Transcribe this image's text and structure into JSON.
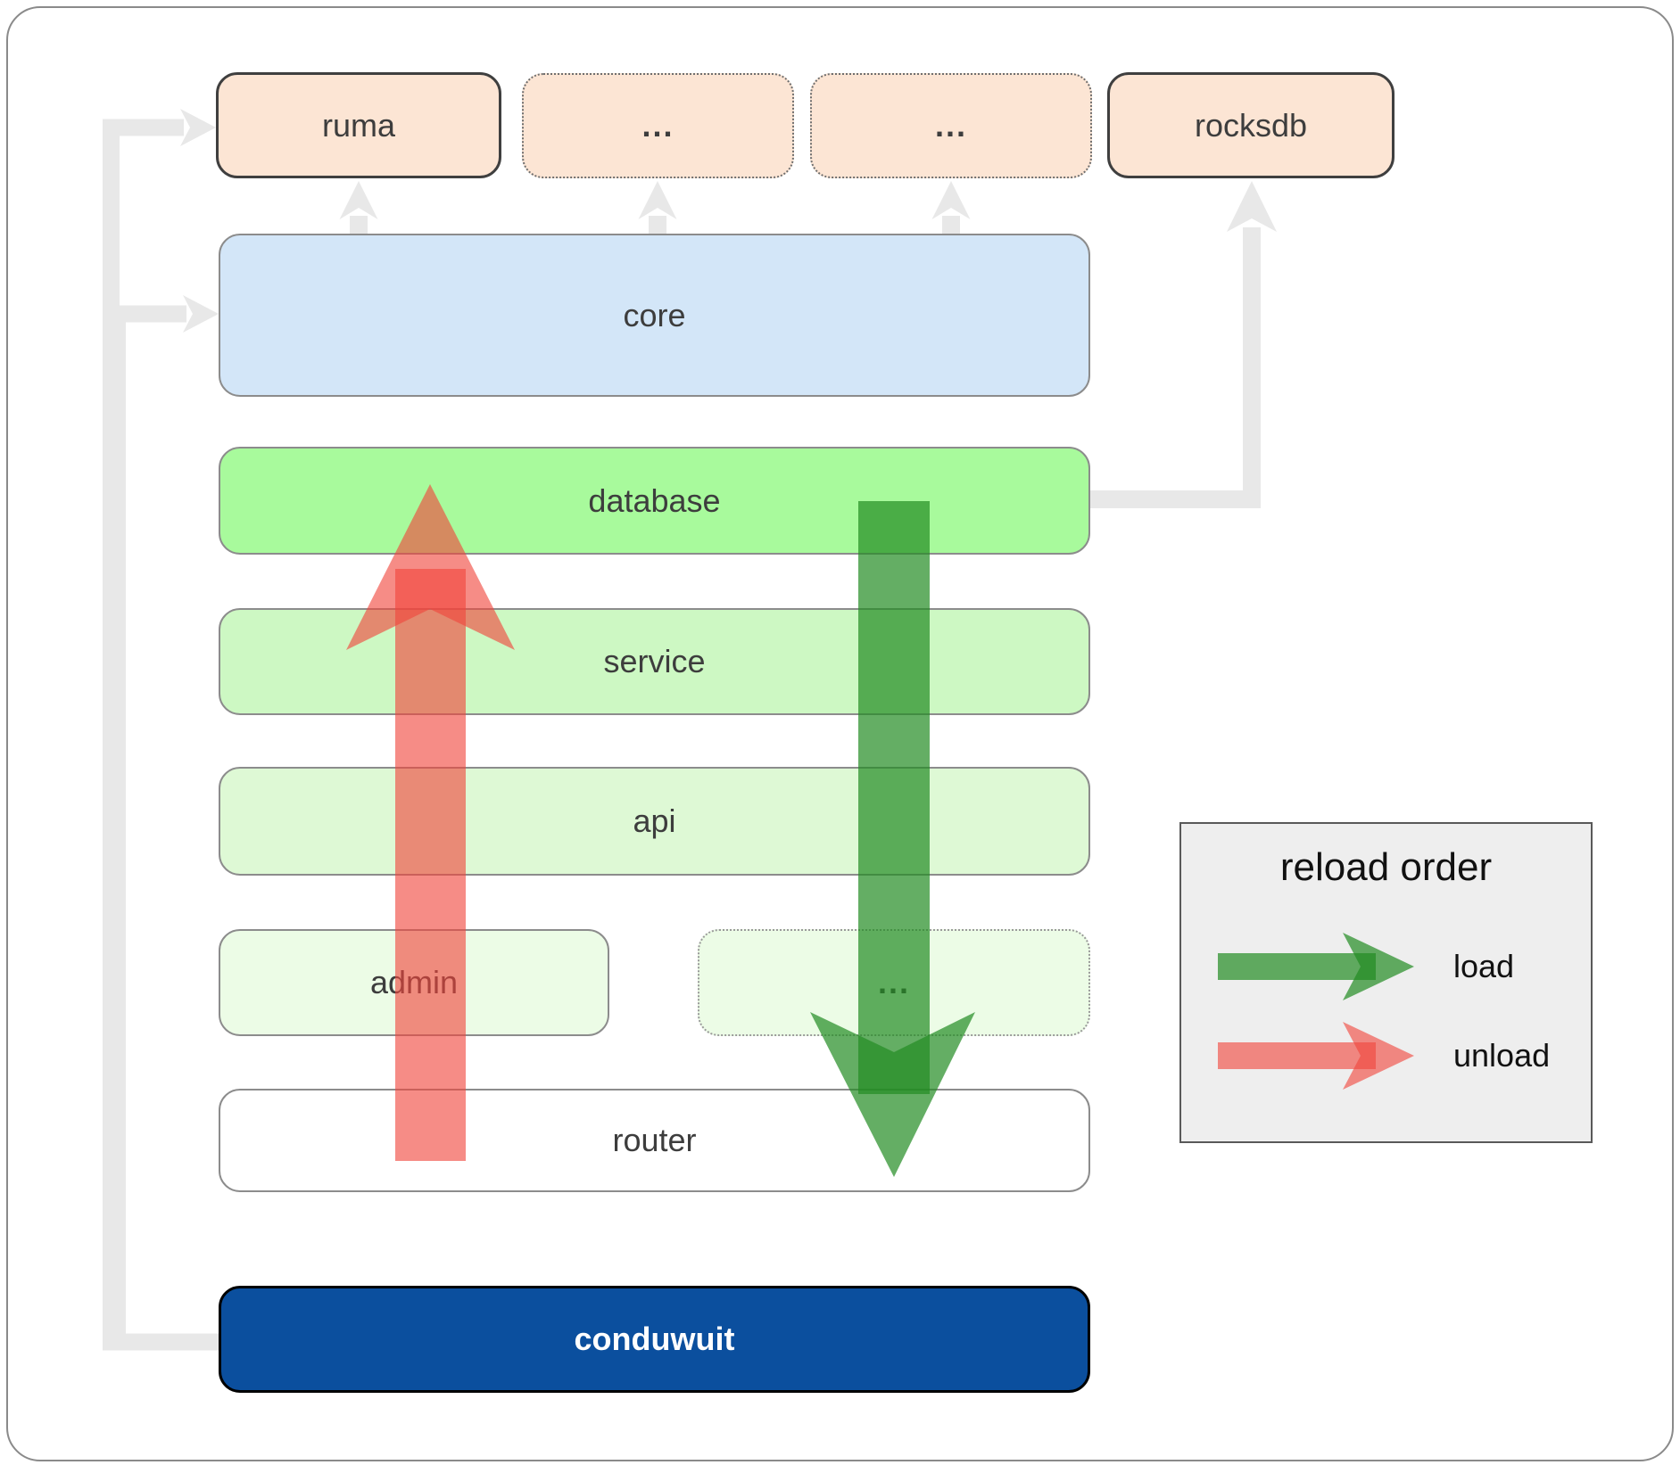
{
  "nodes": {
    "ruma": "ruma",
    "deps_more_1": "...",
    "deps_more_2": "...",
    "rocksdb": "rocksdb",
    "core": "core",
    "database": "database",
    "service": "service",
    "api": "api",
    "admin": "admin",
    "services_more": "...",
    "router": "router",
    "conduwuit": "conduwuit"
  },
  "legend": {
    "title": "reload order",
    "items": [
      {
        "label": "load"
      },
      {
        "label": "unload"
      }
    ]
  },
  "colors": {
    "load_green": "#228b22",
    "unload_red": "#f0463c",
    "connector_gray": "#e8e8e8",
    "dep_peach": "#fce5d4",
    "core_blue": "#d3e6f8",
    "database_green": "#a8fa9c",
    "service_green": "#cdf8c3",
    "api_green": "#def9d5",
    "admin_green": "#ecfce6",
    "router_white": "#ffffff",
    "conduwuit_blue": "#0b4f9e",
    "legend_bg": "#eeeeee"
  }
}
